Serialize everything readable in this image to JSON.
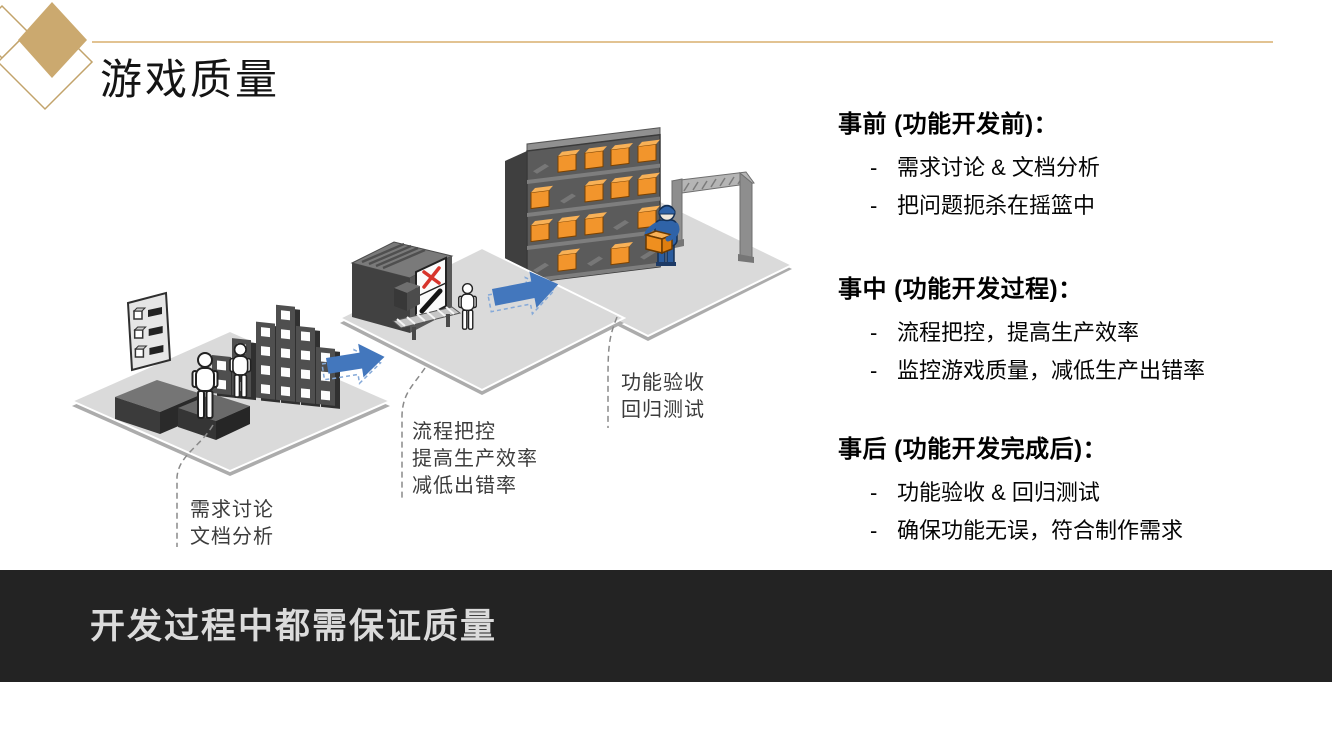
{
  "slide": {
    "title": "游戏质量"
  },
  "colors": {
    "accent_gold": "#CBA96F",
    "line_gold": "#E2C392",
    "arrow_blue": "#4377BD",
    "box_orange": "#F2952C",
    "footer_bg": "#232323",
    "footer_text_color": "#DBDBDB"
  },
  "diagram": {
    "icons": [
      "requirements-board-icon",
      "construction-figures-icon",
      "inspection-machine-icon",
      "warehouse-shelf-icon",
      "warehouse-worker-icon",
      "gate-icon",
      "flow-arrow-icon"
    ],
    "stage_labels": [
      {
        "lines": [
          "需求讨论",
          "文档分析"
        ]
      },
      {
        "lines": [
          "流程把控",
          "提高生产效率",
          "减低出错率"
        ]
      },
      {
        "lines": [
          "功能验收",
          "回归测试"
        ]
      }
    ]
  },
  "right_panel": {
    "bullet_marker": "-",
    "sections": [
      {
        "heading": "事前 (功能开发前)：",
        "bullets": [
          "需求讨论 & 文档分析",
          "把问题扼杀在摇篮中"
        ]
      },
      {
        "heading": "事中 (功能开发过程)：",
        "bullets": [
          "流程把控，提高生产效率",
          "监控游戏质量，减低生产出错率"
        ]
      },
      {
        "heading": "事后 (功能开发完成后)：",
        "bullets": [
          "功能验收 & 回归测试",
          "确保功能无误，符合制作需求"
        ]
      }
    ]
  },
  "footer": {
    "text": "开发过程中都需保证质量"
  }
}
